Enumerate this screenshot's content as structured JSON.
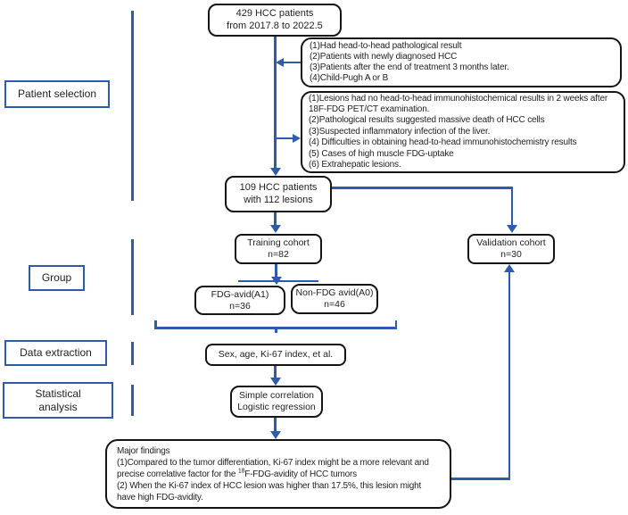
{
  "colors": {
    "line_blue": "#2f5bab",
    "node_border": "#141414",
    "text": "#1f1f1f"
  },
  "stages": [
    {
      "label": "Patient selection"
    },
    {
      "label": "Group"
    },
    {
      "label": "Data extraction"
    },
    {
      "label1": "Statistical",
      "label2": "analysis"
    }
  ],
  "nodes": {
    "start": {
      "line1": "429 HCC patients",
      "line2": "from 2017.8 to 2022.5"
    },
    "inclusion": {
      "items": [
        "(1)Had head-to-head pathological result",
        "(2)Patients with newly diagnosed HCC",
        "(3)Patients after the end of treatment 3 months later.",
        "(4)Child-Pugh A or B"
      ]
    },
    "exclusion": {
      "items": [
        "(1)Lesions had no head-to-head immunohistochemical results in 2 weeks after 18F-FDG PET/CT examination.",
        "(2)Pathological results suggested massive death of HCC cells",
        "(3)Suspected inflammatory infection of the liver.",
        "(4) Difficulties in obtaining head-to-head immunohistochemistry results",
        "(5) Cases of high muscle FDG-uptake",
        "(6) Extrahepatic lesions."
      ]
    },
    "cohort": {
      "line1": "109 HCC patients",
      "line2": "with 112 lesions"
    },
    "training": {
      "line1": "Training cohort",
      "line2": "n=82"
    },
    "validation": {
      "line1": "Validation cohort",
      "line2": "n=30"
    },
    "fdg_avid": {
      "line1": "FDG-avid(A1)",
      "line2": "n=36"
    },
    "non_fdg_avid": {
      "line1": "Non-FDG avid(A0)",
      "line2": "n=46"
    },
    "variables": {
      "text": "Sex, age, Ki-67 index, et al."
    },
    "methods": {
      "line1": "Simple correlation",
      "line2": "Logistic regression"
    },
    "findings": {
      "title": "Major findings",
      "item1_pre": "(1)Compared to the tumor differentiation, Ki-67 index might be a more relevant and precise correlative factor for the ",
      "item1_sup": "18",
      "item1_post": "F-FDG-avidity of HCC tumors",
      "item2": "(2) When the Ki-67 index of HCC lesion was higher than 17.5%, this lesion might have high FDG-avidity."
    }
  }
}
